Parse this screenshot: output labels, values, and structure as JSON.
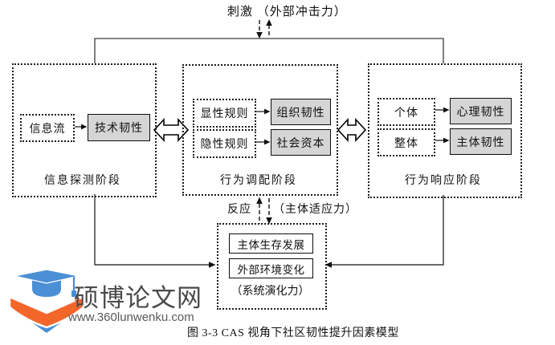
{
  "figure": {
    "top_label": "刺激 （外部冲击力）",
    "caption": "图 3-3  CAS 视角下社区韧性提升因素模型"
  },
  "stages": [
    {
      "label": "信息探测阶段",
      "rows": [
        {
          "input": "信息流",
          "output": "技术韧性"
        }
      ]
    },
    {
      "label": "行为调配阶段",
      "rows": [
        {
          "input": "显性规则",
          "output": "组织韧性"
        },
        {
          "input": "隐性规则",
          "output": "社会资本"
        }
      ]
    },
    {
      "label": "行为响应阶段",
      "rows": [
        {
          "input": "个体",
          "output": "心理韧性"
        },
        {
          "input": "整体",
          "output": "主体韧性"
        }
      ]
    }
  ],
  "feedback": {
    "reaction_label": "反应",
    "adaptation_label": "（主体适应力）"
  },
  "evolution": {
    "items": [
      "主体生存发展",
      "外部环境变化"
    ],
    "label": "（系统演化力）"
  },
  "watermark": {
    "site_name": "硕博论文网",
    "site_url": "www.360lunwenku.com"
  },
  "colors": {
    "output_box_fill": "#d5d5d5",
    "line": "#111111",
    "logo_blue": "#4b8fd5",
    "logo_orange": "#f3662a"
  }
}
